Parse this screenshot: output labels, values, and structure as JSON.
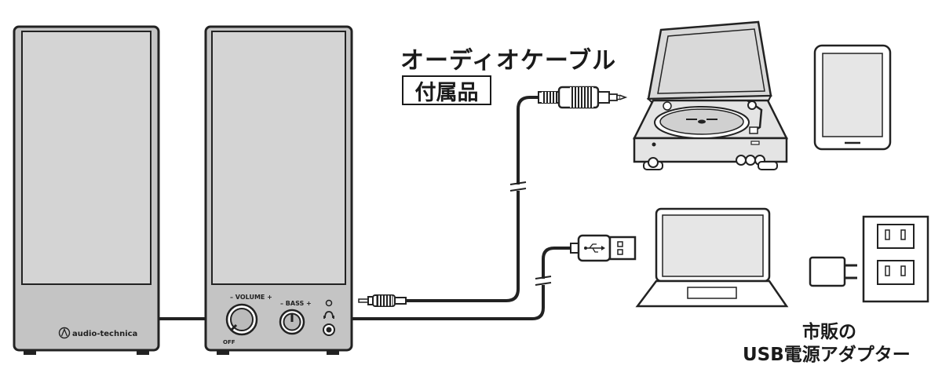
{
  "labels": {
    "cable_title": "オーディオケーブル",
    "included": "付属品",
    "adapter_line1": "市販の",
    "adapter_line2": "USB電源アダプター"
  },
  "speaker": {
    "brand": "audio-technica",
    "volume_label": "– VOLUME +",
    "bass_label": "– BASS +",
    "off_label": "OFF"
  },
  "colors": {
    "line": "#222222",
    "panel": "#cccccc",
    "speaker_body": "#c4c4c4",
    "screen": "#e6e6e6"
  }
}
